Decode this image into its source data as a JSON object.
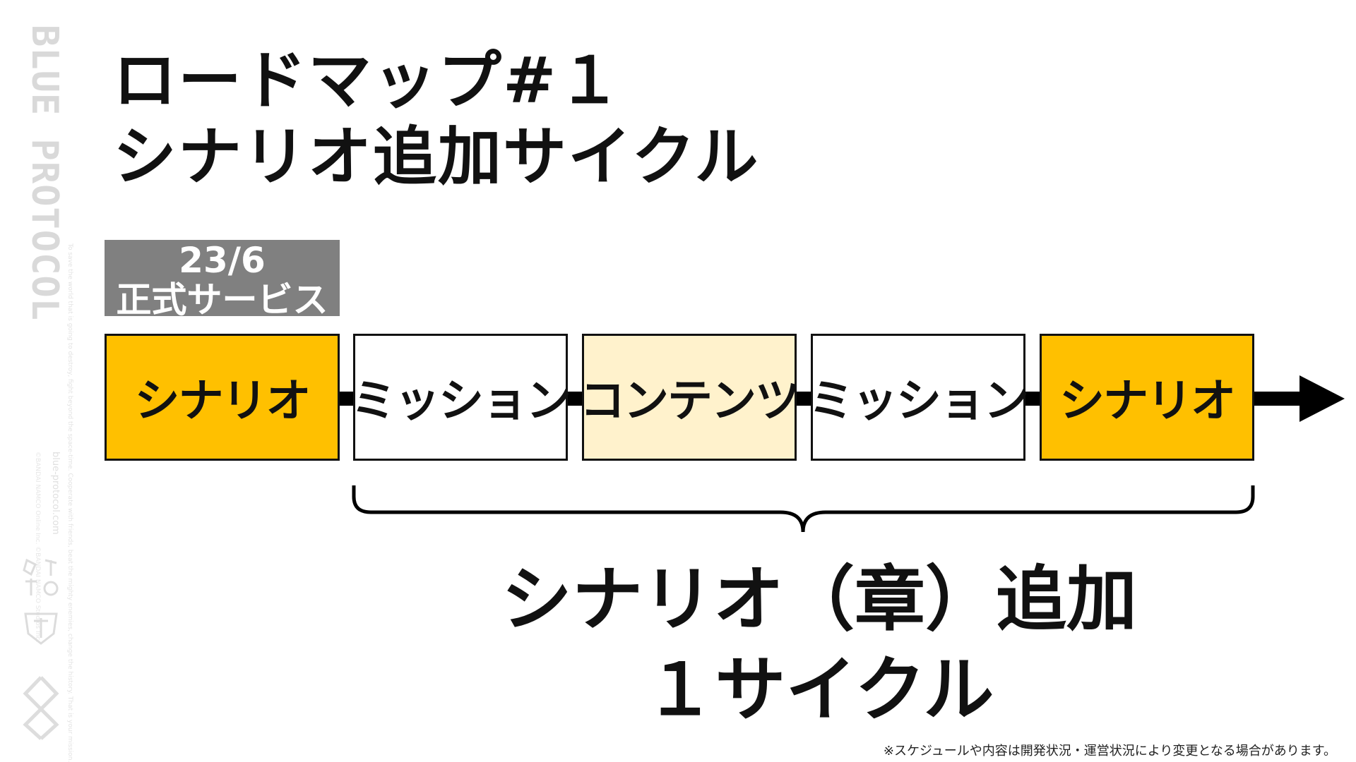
{
  "brand": {
    "logo_text": "BLUE PROTOCOL",
    "tagline": "To save the world that is going to destroy, fight beyond the space-time. Cooperate with friends, beat the mighty enemies, change the history. That is your mission. Now, let's run out! On a vast land, heading for a hopeful future!",
    "url": "blue-protocol.com",
    "copyright": "©BANDAI NAMCO Online Inc. ©BANDAI NAMCO Studios Inc."
  },
  "title": {
    "line1": "ロードマップ#１",
    "line2": "シナリオ追加サイクル"
  },
  "launch": {
    "date": "23/6",
    "label": "正式サービス"
  },
  "stages": [
    {
      "label": "シナリオ",
      "color": "#ffc000"
    },
    {
      "label": "ミッション",
      "color": "#ffffff"
    },
    {
      "label": "コンテンツ",
      "color": "#fff2cc"
    },
    {
      "label": "ミッション",
      "color": "#ffffff"
    },
    {
      "label": "シナリオ",
      "color": "#ffc000"
    }
  ],
  "cycle": {
    "line1": "シナリオ（章）追加",
    "line2": "１サイクル"
  },
  "footnote": "※スケジュールや内容は開発状況・運営状況により変更となる場合があります。",
  "colors": {
    "scenario": "#ffc000",
    "contents": "#fff2cc",
    "mission": "#ffffff",
    "launch_bg": "#808080",
    "line": "#000000"
  }
}
